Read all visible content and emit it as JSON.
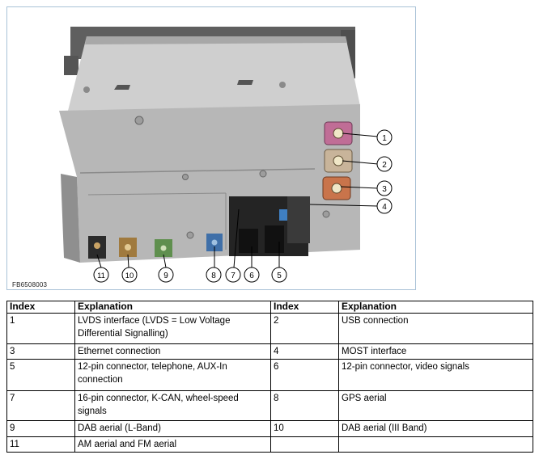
{
  "figure": {
    "id_label": "FB6508003",
    "callouts": [
      "1",
      "2",
      "3",
      "4",
      "5",
      "6",
      "7",
      "8",
      "9",
      "10",
      "11"
    ]
  },
  "table": {
    "headers": [
      "Index",
      "Explanation",
      "Index",
      "Explanation"
    ],
    "rows": [
      [
        "1",
        "LVDS interface (LVDS = Low Voltage Differential Signalling)",
        "2",
        "USB connection"
      ],
      [
        "3",
        "Ethernet connection",
        "4",
        "MOST interface"
      ],
      [
        "5",
        "12-pin connector, telephone, AUX-In connection",
        "6",
        "12-pin connector, video signals"
      ],
      [
        "7",
        "16-pin connector, K-CAN, wheel-speed signals",
        "8",
        "GPS aerial"
      ],
      [
        "9",
        "DAB aerial (L-Band)",
        "10",
        "DAB aerial (III Band)"
      ],
      [
        "11",
        "AM aerial and FM aerial",
        "",
        ""
      ]
    ]
  },
  "colors": {
    "frame": "#a9c2d7",
    "housing": "#b9b9b9",
    "connector_pink": "#c06d96",
    "connector_beige": "#c8b49a",
    "connector_orange": "#c9744b",
    "connector_blue": "#3f7fc2",
    "connector_green": "#5f8f4e"
  }
}
